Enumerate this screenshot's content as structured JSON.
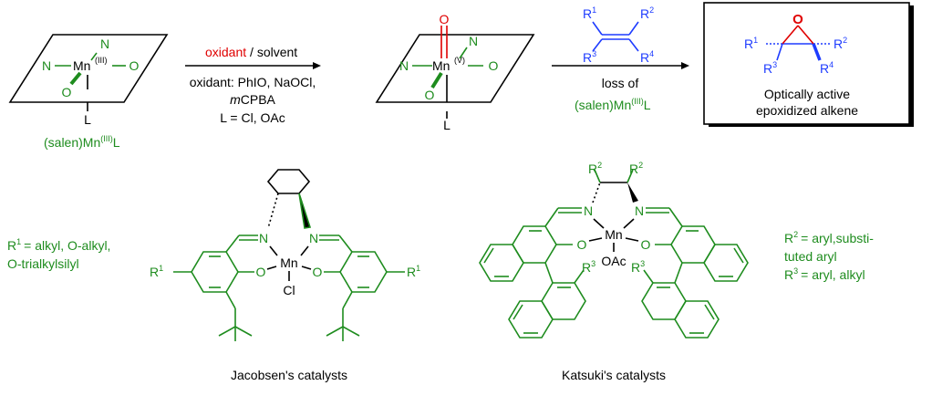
{
  "colors": {
    "black": "#000000",
    "green": "#1e8c1e",
    "blue": "#1e3cff",
    "red": "#e00000"
  },
  "scheme": {
    "step1": {
      "oxidant": "oxidant",
      "solvent": " / solvent",
      "oxidant_list": "oxidant: PhIO, NaOCl,",
      "mcpba_m": "m",
      "mcpba_rest": "CPBA",
      "ligands": "L = Cl, OAc"
    },
    "step2": {
      "loss": "loss of",
      "salen_mn": "(salen)Mn",
      "sup": "(III)",
      "ligand": "L"
    },
    "complex1": {
      "mn": "Mn",
      "ox": "(III)",
      "n": "N",
      "o": "O",
      "l": "L",
      "label_a": "(salen)Mn",
      "label_sup": "(III)",
      "label_l": "L"
    },
    "complex2": {
      "mn": "Mn",
      "ox": "(V)",
      "n": "N",
      "o": "O",
      "oxo": "O",
      "l": "L"
    },
    "alkene": {
      "r1": "R",
      "r2": "R",
      "r3": "R",
      "r4": "R",
      "s1": "1",
      "s2": "2",
      "s3": "3",
      "s4": "4"
    },
    "product": {
      "o": "O",
      "caption_1": "Optically active",
      "caption_2": "epoxidized alkene"
    }
  },
  "jacobsen": {
    "caption": "Jacobsen's catalysts",
    "r_def_1": "= alkyl, O-alkyl,",
    "r_def_2": "O-trialkylsilyl",
    "r": "R",
    "r_sup": "1",
    "mn": "Mn",
    "n": "N",
    "o": "O",
    "cl": "Cl"
  },
  "katsuki": {
    "caption": "Katsuki's catalysts",
    "r2_def_1": "= aryl,substi-",
    "r2_def_2": "tuted aryl",
    "r3_def": "= aryl, alkyl",
    "r": "R",
    "sup2": "2",
    "sup3": "3",
    "mn": "Mn",
    "n": "N",
    "o": "O",
    "oac": "OAc"
  }
}
